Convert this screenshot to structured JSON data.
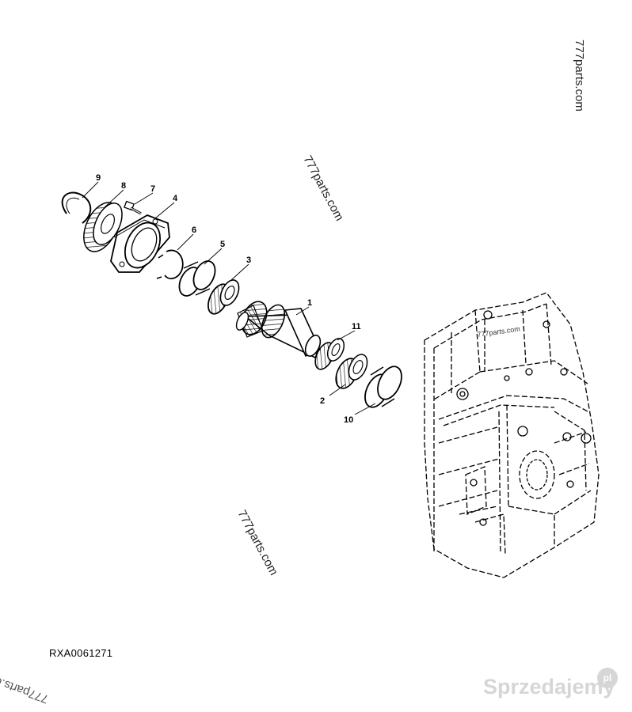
{
  "figure_id": "RXA0061271",
  "watermarks": [
    "777parts.com",
    "777parts.com",
    "777parts.com",
    "777parts.com",
    "777parts.co"
  ],
  "housing_stamp": "777parts.com",
  "callouts": [
    "1",
    "2",
    "3",
    "4",
    "5",
    "6",
    "7",
    "8",
    "9",
    "10",
    "11"
  ],
  "brand": {
    "text": "Sprzedajemy",
    "badge": "pl"
  }
}
